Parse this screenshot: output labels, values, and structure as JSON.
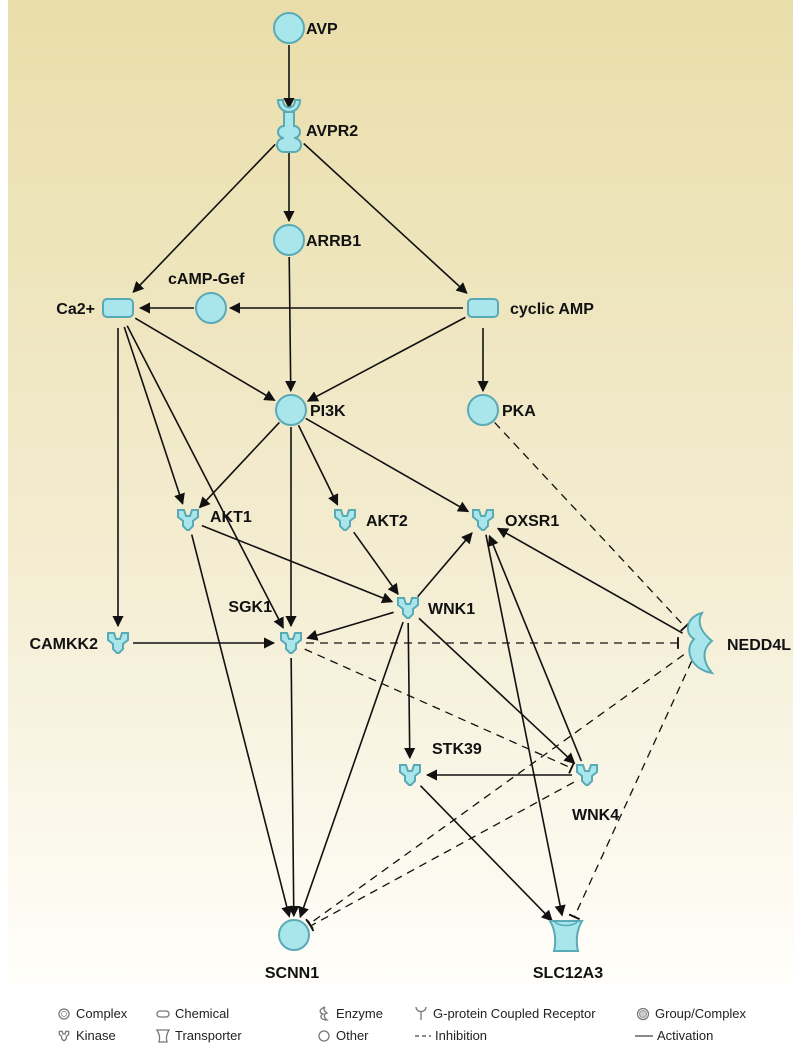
{
  "diagram": {
    "nodes": [
      {
        "id": "avp",
        "label": "AVP",
        "shape": "circle"
      },
      {
        "id": "avpr2",
        "label": "AVPR2",
        "shape": "gpcr"
      },
      {
        "id": "arrb1",
        "label": "ARRB1",
        "shape": "circle"
      },
      {
        "id": "ca2",
        "label": "Ca2+",
        "shape": "chemical"
      },
      {
        "id": "campgef",
        "label": "cAMP-Gef",
        "shape": "circle"
      },
      {
        "id": "camp",
        "label": "cyclic AMP",
        "shape": "chemical"
      },
      {
        "id": "pi3k",
        "label": "PI3K",
        "shape": "circle"
      },
      {
        "id": "pka",
        "label": "PKA",
        "shape": "circle"
      },
      {
        "id": "akt1",
        "label": "AKT1",
        "shape": "kinase"
      },
      {
        "id": "akt2",
        "label": "AKT2",
        "shape": "kinase"
      },
      {
        "id": "oxsr1",
        "label": "OXSR1",
        "shape": "kinase"
      },
      {
        "id": "wnk1",
        "label": "WNK1",
        "shape": "kinase"
      },
      {
        "id": "sgk1",
        "label": "SGK1",
        "shape": "kinase"
      },
      {
        "id": "camkk2",
        "label": "CAMKK2",
        "shape": "kinase"
      },
      {
        "id": "nedd4l",
        "label": "NEDD4L",
        "shape": "enzyme"
      },
      {
        "id": "stk39",
        "label": "STK39",
        "shape": "kinase"
      },
      {
        "id": "wnk4",
        "label": "WNK4",
        "shape": "kinase"
      },
      {
        "id": "scnn1",
        "label": "SCNN1",
        "shape": "circle"
      },
      {
        "id": "slc12a3",
        "label": "SLC12A3",
        "shape": "transporter"
      }
    ],
    "edges": [
      {
        "from": "avp",
        "to": "avpr2",
        "type": "activation"
      },
      {
        "from": "avpr2",
        "to": "arrb1",
        "type": "activation"
      },
      {
        "from": "avpr2",
        "to": "ca2",
        "type": "activation"
      },
      {
        "from": "avpr2",
        "to": "camp",
        "type": "activation"
      },
      {
        "from": "camp",
        "to": "campgef",
        "type": "activation"
      },
      {
        "from": "campgef",
        "to": "ca2",
        "type": "activation"
      },
      {
        "from": "arrb1",
        "to": "pi3k",
        "type": "activation"
      },
      {
        "from": "ca2",
        "to": "pi3k",
        "type": "activation"
      },
      {
        "from": "camp",
        "to": "pi3k",
        "type": "activation"
      },
      {
        "from": "camp",
        "to": "pka",
        "type": "activation"
      },
      {
        "from": "ca2",
        "to": "akt1",
        "type": "activation"
      },
      {
        "from": "ca2",
        "to": "sgk1",
        "type": "activation"
      },
      {
        "from": "ca2",
        "to": "camkk2",
        "type": "activation"
      },
      {
        "from": "pi3k",
        "to": "akt1",
        "type": "activation"
      },
      {
        "from": "pi3k",
        "to": "akt2",
        "type": "activation"
      },
      {
        "from": "pi3k",
        "to": "oxsr1",
        "type": "activation"
      },
      {
        "from": "pi3k",
        "to": "sgk1",
        "type": "activation"
      },
      {
        "from": "akt1",
        "to": "wnk1",
        "type": "activation"
      },
      {
        "from": "akt1",
        "to": "scnn1",
        "type": "activation"
      },
      {
        "from": "akt2",
        "to": "wnk1",
        "type": "activation"
      },
      {
        "from": "wnk1",
        "to": "oxsr1",
        "type": "activation"
      },
      {
        "from": "wnk1",
        "to": "sgk1",
        "type": "activation"
      },
      {
        "from": "wnk1",
        "to": "stk39",
        "type": "activation"
      },
      {
        "from": "wnk1",
        "to": "wnk4",
        "type": "activation"
      },
      {
        "from": "wnk1",
        "to": "scnn1",
        "type": "activation"
      },
      {
        "from": "camkk2",
        "to": "sgk1",
        "type": "activation"
      },
      {
        "from": "sgk1",
        "to": "scnn1",
        "type": "activation"
      },
      {
        "from": "sgk1",
        "to": "nedd4l",
        "type": "inhibition"
      },
      {
        "from": "sgk1",
        "to": "wnk4",
        "type": "inhibition"
      },
      {
        "from": "pka",
        "to": "nedd4l",
        "type": "inhibition"
      },
      {
        "from": "nedd4l",
        "to": "scnn1",
        "type": "inhibition"
      },
      {
        "from": "nedd4l",
        "to": "slc12a3",
        "type": "inhibition"
      },
      {
        "from": "nedd4l",
        "to": "oxsr1",
        "type": "activation"
      },
      {
        "from": "wnk4",
        "to": "oxsr1",
        "type": "activation"
      },
      {
        "from": "wnk4",
        "to": "stk39",
        "type": "activation"
      },
      {
        "from": "wnk4",
        "to": "scnn1",
        "type": "inhibition"
      },
      {
        "from": "oxsr1",
        "to": "slc12a3",
        "type": "activation"
      },
      {
        "from": "stk39",
        "to": "slc12a3",
        "type": "activation"
      }
    ]
  },
  "legend": {
    "items": [
      {
        "icon": "complex-icon",
        "label": "Complex"
      },
      {
        "icon": "chemical-icon",
        "label": "Chemical"
      },
      {
        "icon": "enzyme-icon",
        "label": "Enzyme"
      },
      {
        "icon": "gpcr-icon",
        "label": "G-protein Coupled Receptor"
      },
      {
        "icon": "group-complex-icon",
        "label": "Group/Complex"
      },
      {
        "icon": "kinase-icon",
        "label": "Kinase"
      },
      {
        "icon": "transporter-icon",
        "label": "Transporter"
      },
      {
        "icon": "other-icon",
        "label": "Other"
      },
      {
        "icon": "inhibition-line-icon",
        "label": "Inhibition",
        "prefix": "- - -"
      },
      {
        "icon": "activation-line-icon",
        "label": "Activation",
        "prefix": "——"
      }
    ]
  },
  "colors": {
    "node_fill": "#a8e6ec",
    "node_stroke": "#5aaab5",
    "background_top": "#e9deaa",
    "background_bottom": "#fffefa"
  }
}
